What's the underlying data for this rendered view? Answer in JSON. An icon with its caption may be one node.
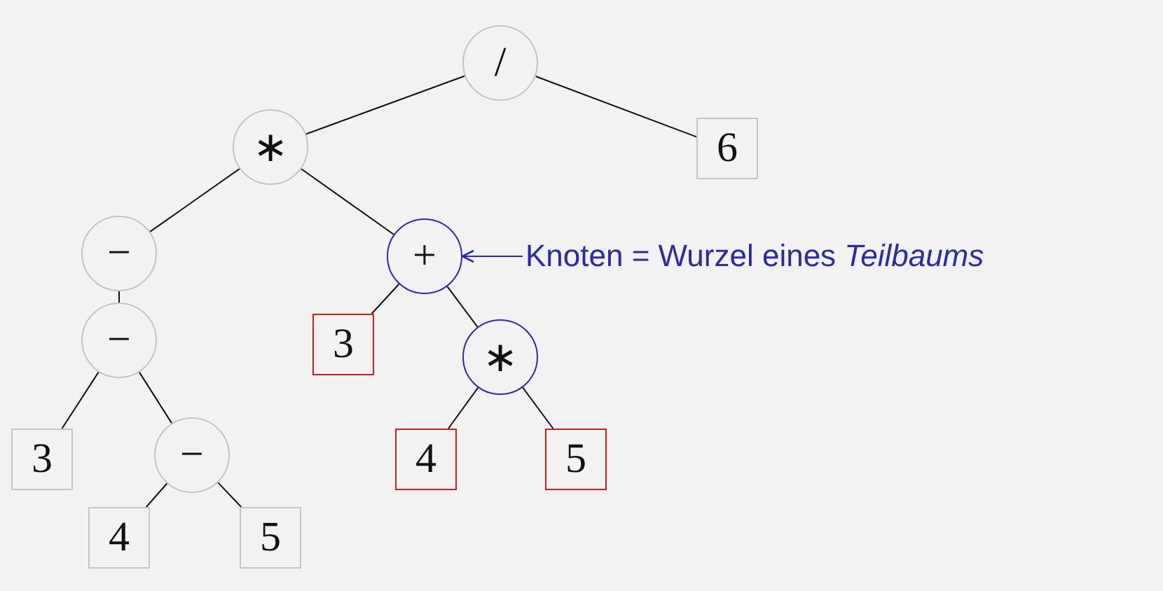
{
  "diagram": {
    "nodes": [
      {
        "text": [
          "/"
        ]
      },
      {
        "text": [
          "6"
        ]
      },
      {
        "text": [
          "∗"
        ]
      },
      {
        "text": [
          "−"
        ]
      },
      {
        "text": [
          "+"
        ]
      },
      {
        "text": [
          "−"
        ]
      },
      {
        "text": [
          "3"
        ]
      },
      {
        "text": [
          "∗"
        ]
      },
      {
        "text": [
          "3"
        ]
      },
      {
        "text": [
          "−"
        ]
      },
      {
        "text": [
          "4"
        ]
      },
      {
        "text": [
          "5"
        ]
      },
      {
        "text": [
          "4"
        ]
      },
      {
        "text": [
          "5"
        ]
      },
      {
        "text": [
          "Knoten = Wurzel eines *Teilbaums*"
        ]
      }
    ],
    "edges": [
      {
        "from": 0,
        "to": 2,
        "arrow": "none"
      },
      {
        "from": 0,
        "to": 1,
        "arrow": "none"
      },
      {
        "from": 2,
        "to": 3,
        "arrow": "none"
      },
      {
        "from": 2,
        "to": 4,
        "arrow": "none"
      },
      {
        "from": 3,
        "to": 5,
        "arrow": "none"
      },
      {
        "from": 4,
        "to": 6,
        "arrow": "none"
      },
      {
        "from": 4,
        "to": 7,
        "arrow": "none"
      },
      {
        "from": 5,
        "to": 8,
        "arrow": "none"
      },
      {
        "from": 5,
        "to": 9,
        "arrow": "none"
      },
      {
        "from": 7,
        "to": 10,
        "arrow": "none"
      },
      {
        "from": 7,
        "to": 11,
        "arrow": "none"
      },
      {
        "from": 9,
        "to": 12,
        "arrow": "none"
      },
      {
        "from": 9,
        "to": 13,
        "arrow": "none"
      },
      {
        "from": 14,
        "to": 4,
        "arrow": "to",
        "color": "#2b2ba8"
      }
    ]
  }
}
